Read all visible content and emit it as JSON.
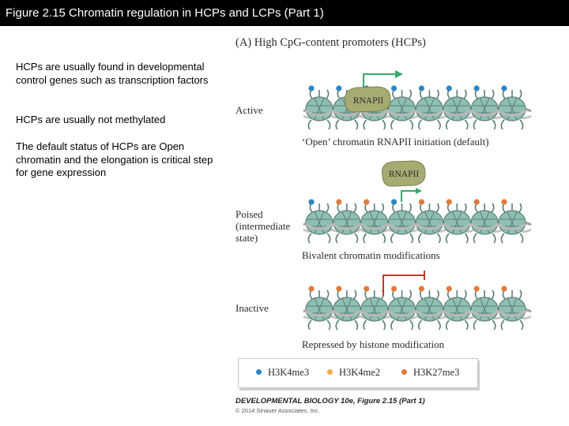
{
  "slide_title": "Figure 2.15  Chromatin regulation in HCPs and LCPs (Part 1)",
  "bullets": [
    "HCPs are usually found in developmental control genes such as transcription factors",
    "HCPs are usually not methylated",
    "The default status of HCPs are Open chromatin and the elongation is critical step for gene expression"
  ],
  "figure": {
    "panel_heading": "(A)  High CpG-content promoters (HCPs)",
    "states": {
      "active": {
        "label": "Active",
        "caption": "‘Open’ chromatin RNAPII initiation (default)",
        "enzyme": "RNAPII",
        "marks": [
          "H3K4me3",
          "H3K4me3",
          "H3K4me3",
          "H3K4me3",
          "H3K4me3",
          "H3K4me3",
          "H3K4me3",
          "H3K4me3"
        ]
      },
      "poised": {
        "label_lines": [
          "Poised",
          "(intermediate",
          "state)"
        ],
        "caption": "Bivalent chromatin modifications",
        "enzyme": "RNAPII",
        "marks": [
          "H3K4me3",
          "H3K27me3",
          "H3K27me3",
          "H3K4me3",
          "H3K27me3",
          "H3K27me3",
          "H3K27me3",
          "H3K27me3"
        ]
      },
      "inactive": {
        "label": "Inactive",
        "caption": "Repressed by histone modification",
        "marks": [
          "H3K27me3",
          "H3K27me3",
          "H3K27me3",
          "H3K27me3",
          "H3K27me3",
          "H3K27me3",
          "H3K27me3",
          "H3K27me3"
        ]
      }
    },
    "legend": [
      {
        "label": "H3K4me3",
        "color": "#2e86c1"
      },
      {
        "label": "H3K4me2",
        "color": "#e8b24a"
      },
      {
        "label": "H3K27me3",
        "color": "#e07b3c"
      }
    ],
    "colors": {
      "nucleosome": "#8fbfb3",
      "nucleosome_stroke": "#5b7f76",
      "dna": "#9d9d9d",
      "arrow_active": "#3aa86b",
      "arrow_inactive": "#c0392b",
      "enzyme_fill": "#a7ab72"
    },
    "credit_line1": "DEVELOPMENTAL BIOLOGY 10e, Figure 2.15 (Part 1)",
    "credit_line2": "© 2014 Sinauer Associates, Inc."
  }
}
